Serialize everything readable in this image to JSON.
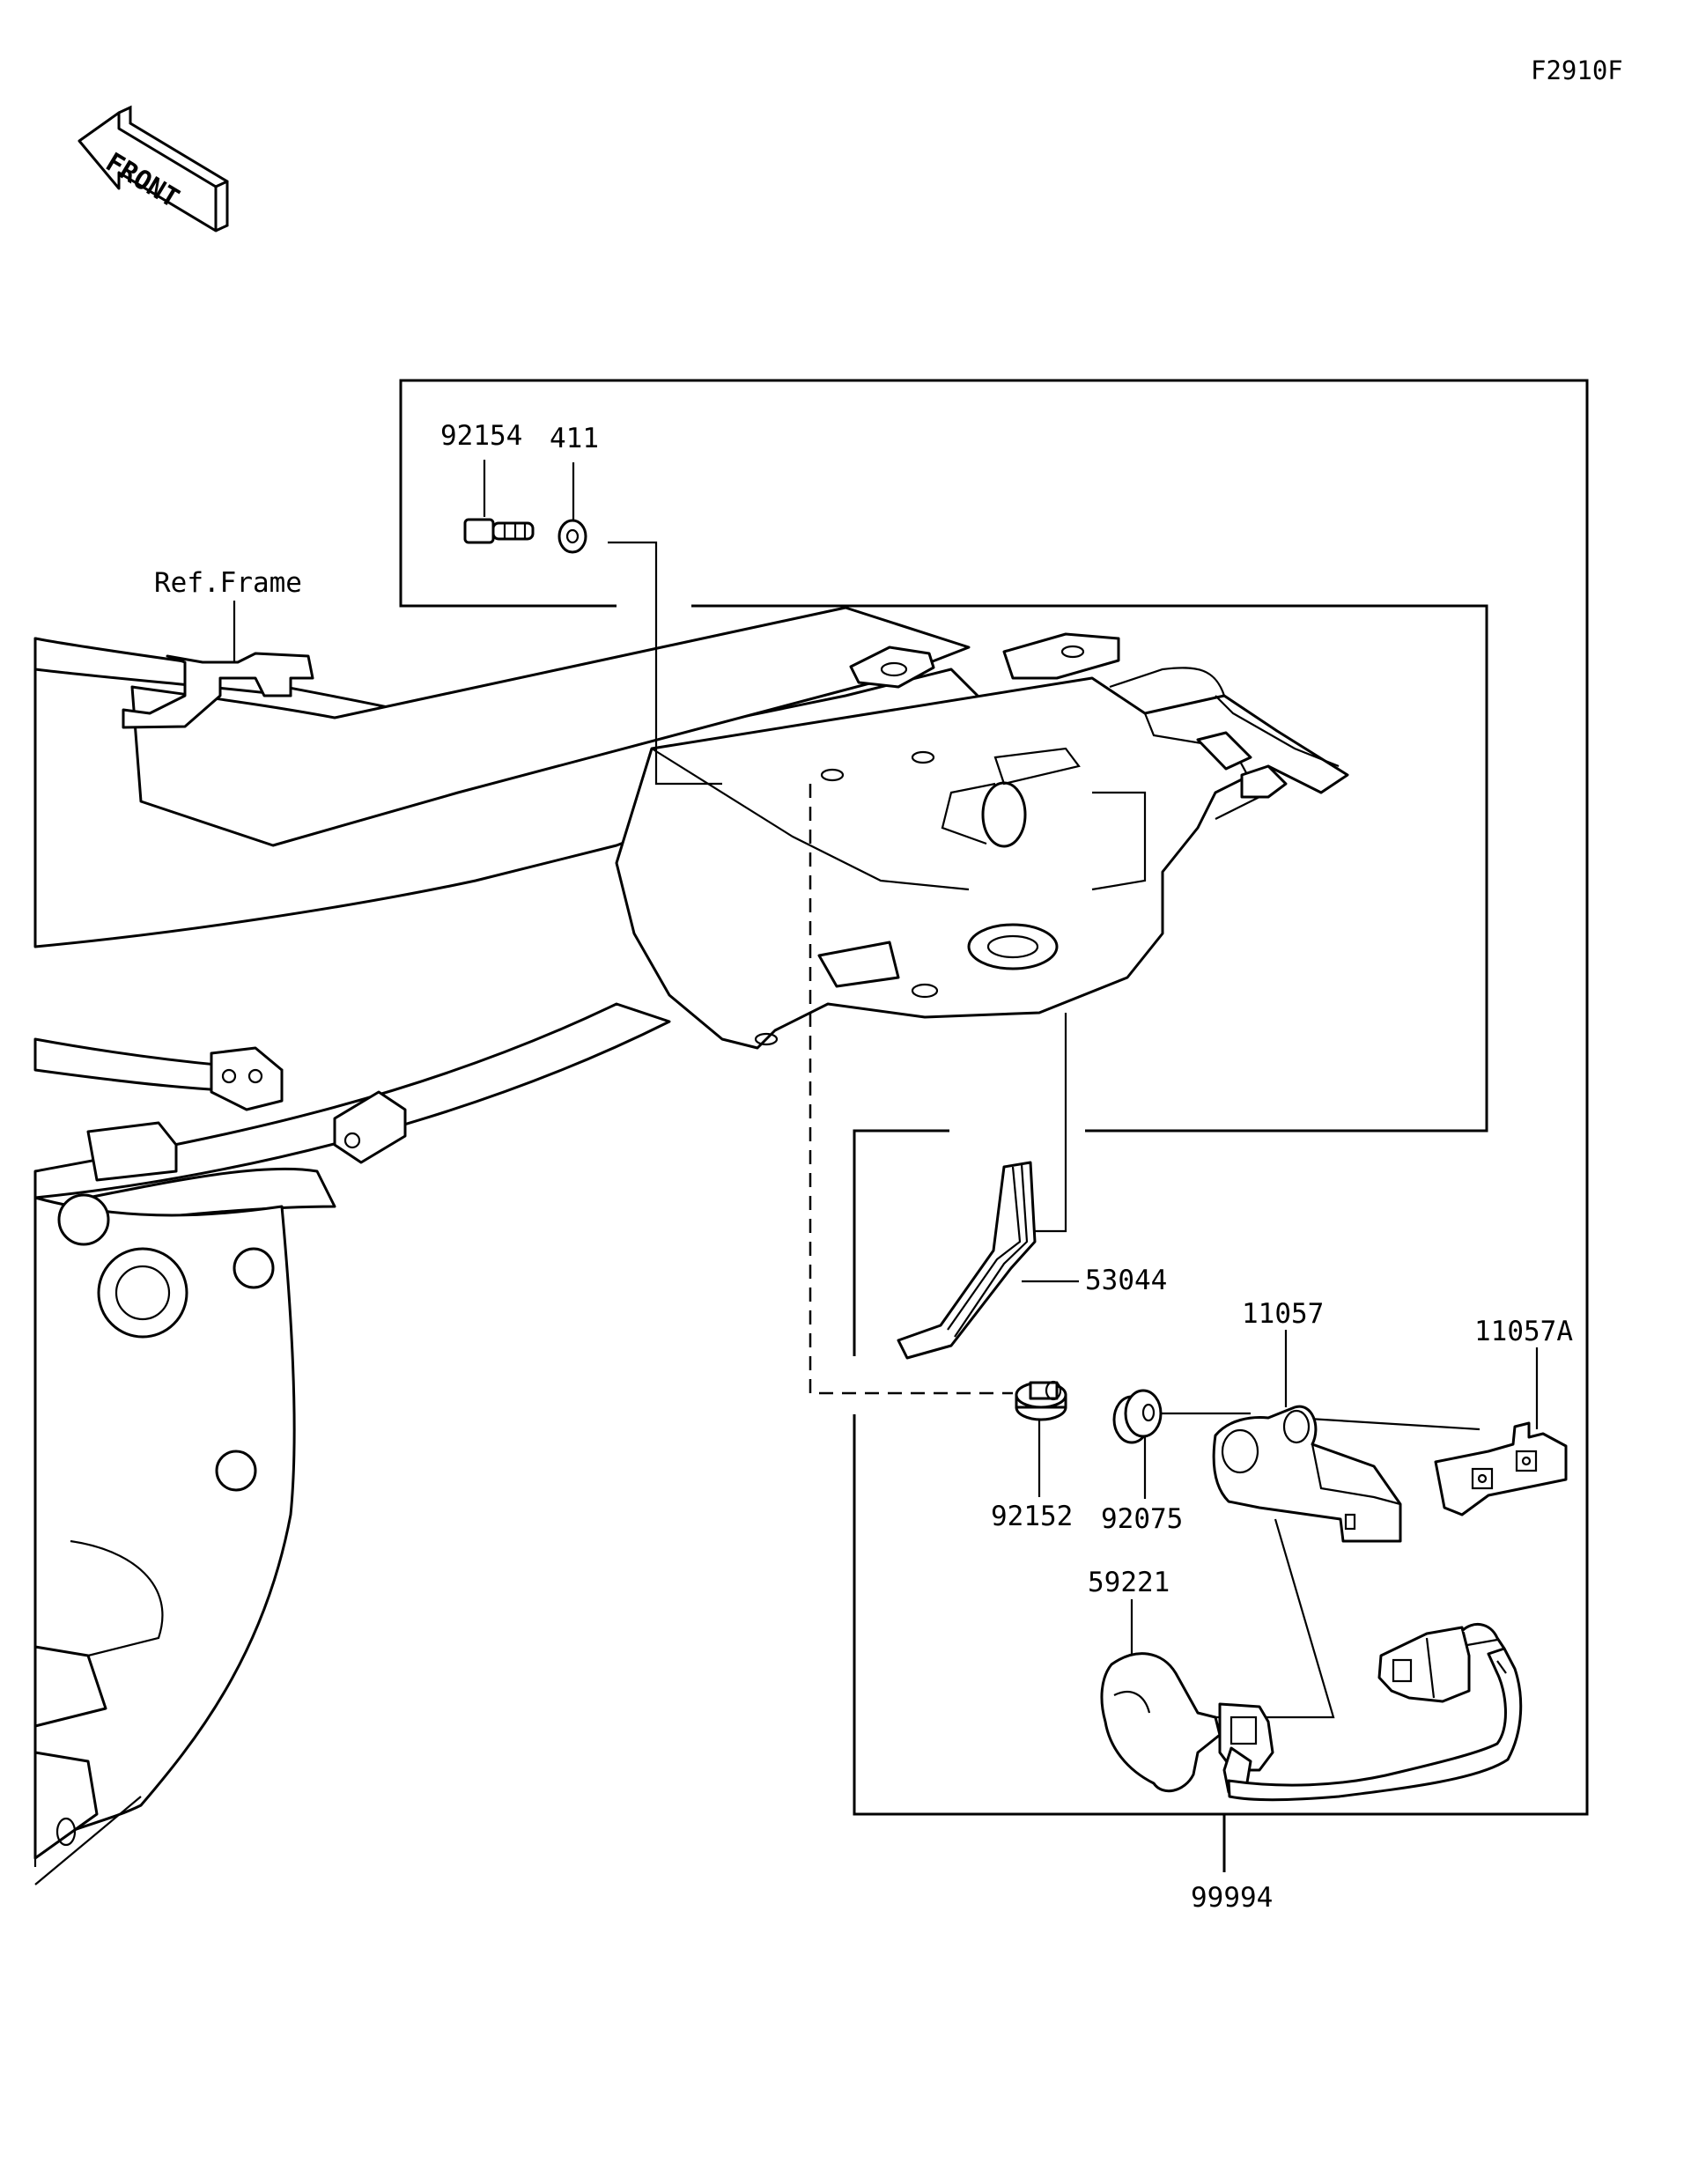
{
  "diagram_code": "F2910F",
  "front_label": "FRONT",
  "ref_label": "Ref.Frame",
  "parts": {
    "bolt": "92154",
    "washer": "411",
    "rubber_strip": "53044",
    "collar": "92152",
    "grommet": "92075",
    "bracket": "11057",
    "bracket_a": "11057A",
    "harness": "59221",
    "kit": "99994"
  }
}
